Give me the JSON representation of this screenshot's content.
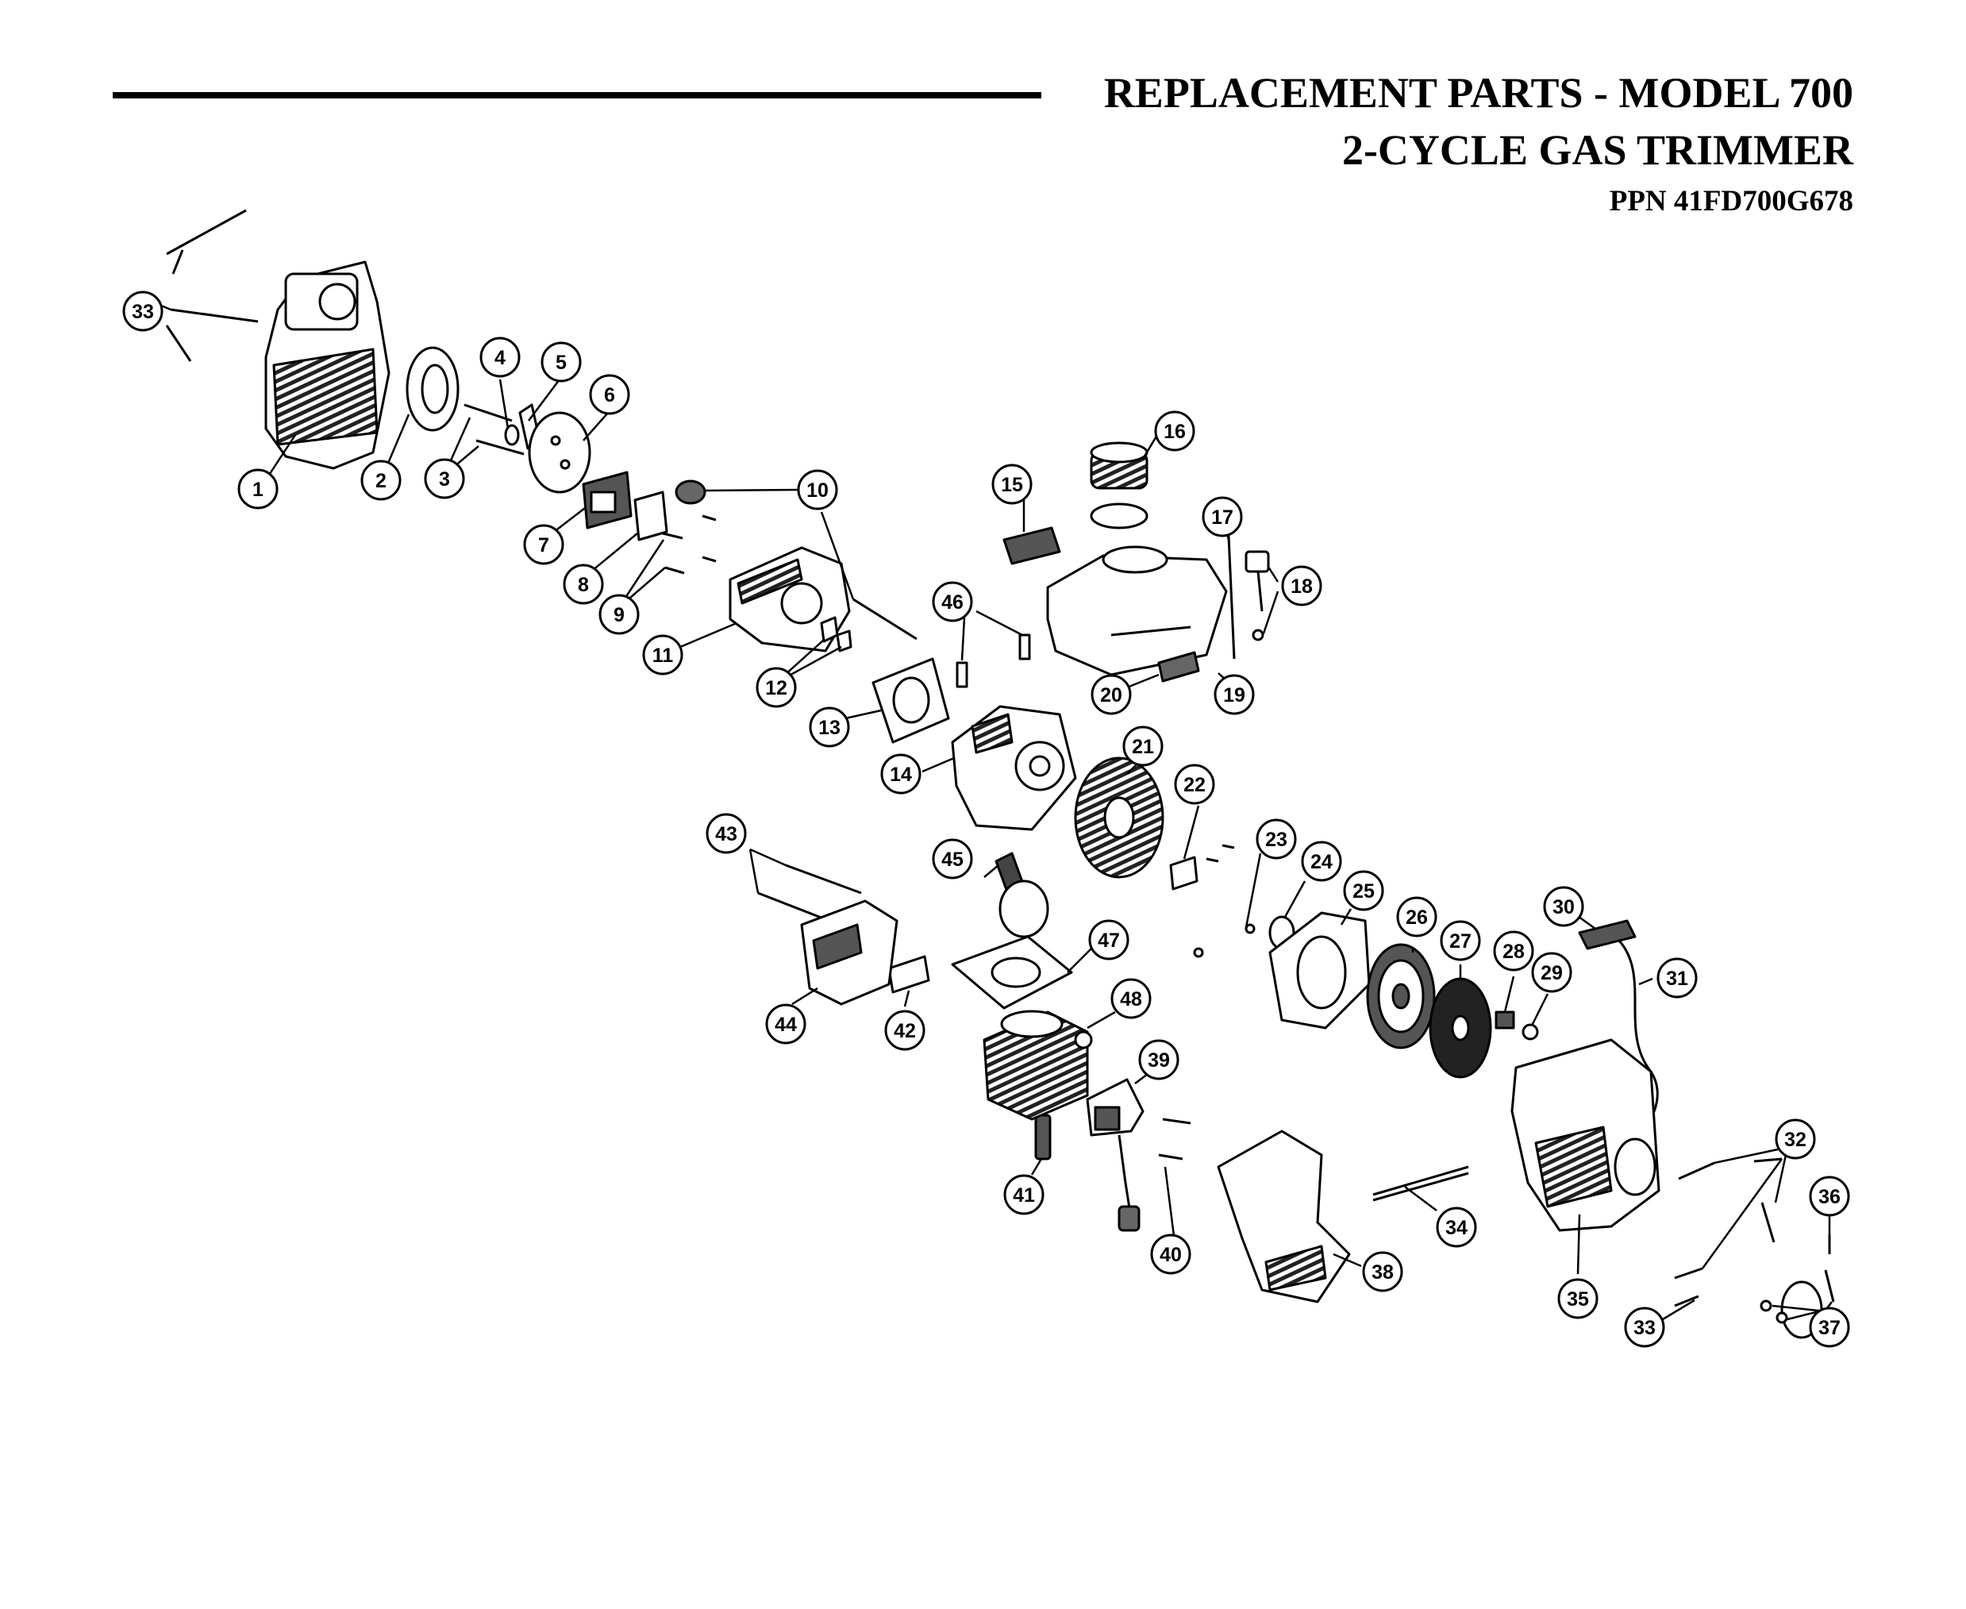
{
  "header": {
    "title_line1": "REPLACEMENT PARTS - MODEL 700",
    "title_line2": "2-CYCLE GAS TRIMMER",
    "title_line3": "PPN 41FD700G678"
  },
  "callouts": [
    {
      "label": "1"
    },
    {
      "label": "2"
    },
    {
      "label": "3"
    },
    {
      "label": "4"
    },
    {
      "label": "5"
    },
    {
      "label": "6"
    },
    {
      "label": "7"
    },
    {
      "label": "8"
    },
    {
      "label": "9"
    },
    {
      "label": "10"
    },
    {
      "label": "11"
    },
    {
      "label": "12"
    },
    {
      "label": "13"
    },
    {
      "label": "14"
    },
    {
      "label": "15"
    },
    {
      "label": "16"
    },
    {
      "label": "17"
    },
    {
      "label": "18"
    },
    {
      "label": "19"
    },
    {
      "label": "20"
    },
    {
      "label": "21"
    },
    {
      "label": "22"
    },
    {
      "label": "23"
    },
    {
      "label": "24"
    },
    {
      "label": "25"
    },
    {
      "label": "26"
    },
    {
      "label": "27"
    },
    {
      "label": "28"
    },
    {
      "label": "29"
    },
    {
      "label": "30"
    },
    {
      "label": "31"
    },
    {
      "label": "32"
    },
    {
      "label": "33"
    },
    {
      "label": "33"
    },
    {
      "label": "34"
    },
    {
      "label": "35"
    },
    {
      "label": "36"
    },
    {
      "label": "37"
    },
    {
      "label": "38"
    },
    {
      "label": "39"
    },
    {
      "label": "40"
    },
    {
      "label": "41"
    },
    {
      "label": "42"
    },
    {
      "label": "43"
    },
    {
      "label": "44"
    },
    {
      "label": "45"
    },
    {
      "label": "46"
    },
    {
      "label": "47"
    },
    {
      "label": "48"
    }
  ]
}
